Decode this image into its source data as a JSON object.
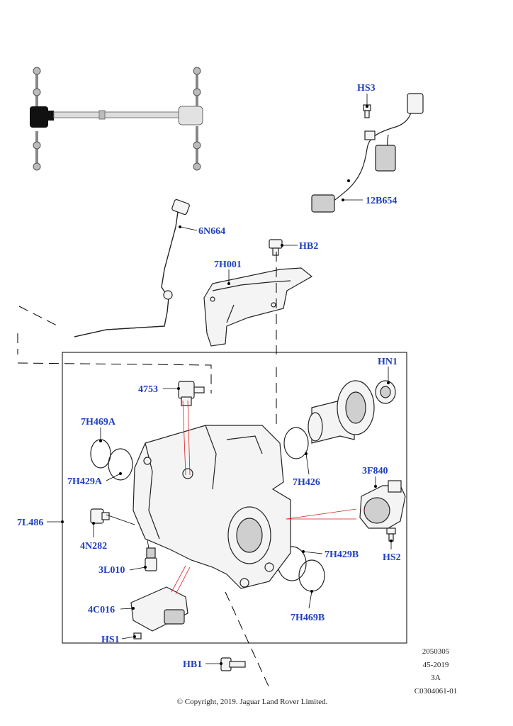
{
  "diagram": {
    "callouts": {
      "hs3": "HS3",
      "c12b654": "12B654",
      "c6n664": "6N664",
      "hb2": "HB2",
      "c7h001": "7H001",
      "hn1": "HN1",
      "c4753": "4753",
      "c7h469a": "7H469A",
      "c7h429a": "7H429A",
      "c7h426": "7H426",
      "c3f840": "3F840",
      "c7l486": "7L486",
      "c4n282": "4N282",
      "c7h429b": "7H429B",
      "hs2": "HS2",
      "c3l010": "3L010",
      "c4c016": "4C016",
      "c7h469b": "7H469B",
      "hs1": "HS1",
      "hb1": "HB1"
    },
    "meta": {
      "code1": "2050305",
      "code2": "45-2019",
      "code3": "3A",
      "code4": "C0304061-01"
    },
    "copyright": "© Copyright, 2019. Jaguar Land Rover Limited."
  }
}
